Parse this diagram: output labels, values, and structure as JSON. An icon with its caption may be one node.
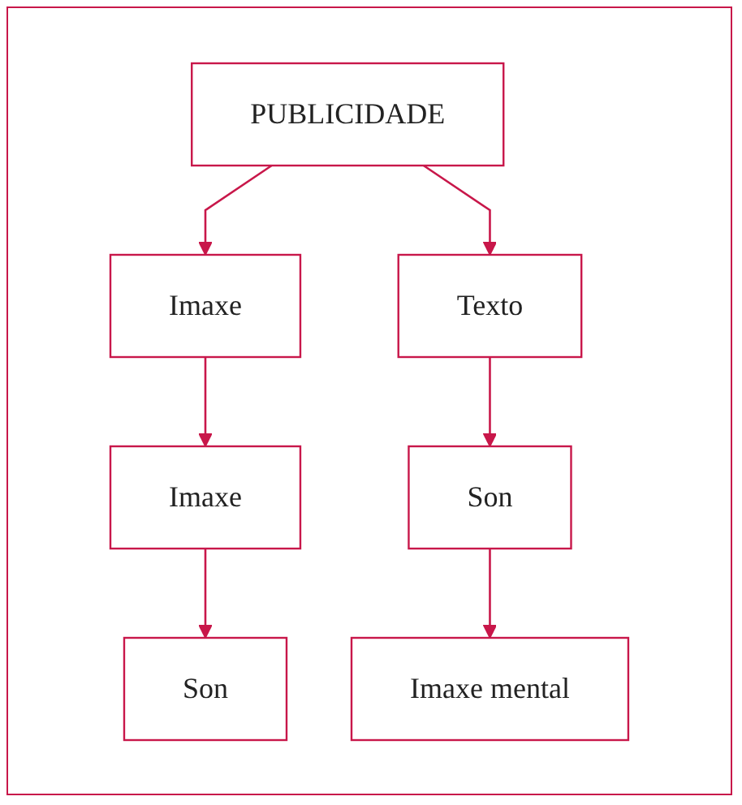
{
  "diagram": {
    "nodes": [
      {
        "text": [
          "PUBLICIDADE"
        ]
      },
      {
        "text": [
          "Imaxe"
        ]
      },
      {
        "text": [
          "Texto"
        ]
      },
      {
        "text": [
          "Imaxe"
        ]
      },
      {
        "text": [
          "Son"
        ]
      },
      {
        "text": [
          "Son"
        ]
      },
      {
        "text": [
          "Imaxe mental"
        ]
      }
    ],
    "edges": [
      {
        "from": 0,
        "to": 1,
        "arrow": "to"
      },
      {
        "from": 0,
        "to": 2,
        "arrow": "to"
      },
      {
        "from": 1,
        "to": 3,
        "arrow": "to"
      },
      {
        "from": 2,
        "to": 4,
        "arrow": "to"
      },
      {
        "from": 3,
        "to": 5,
        "arrow": "to"
      },
      {
        "from": 4,
        "to": 6,
        "arrow": "to"
      }
    ]
  }
}
